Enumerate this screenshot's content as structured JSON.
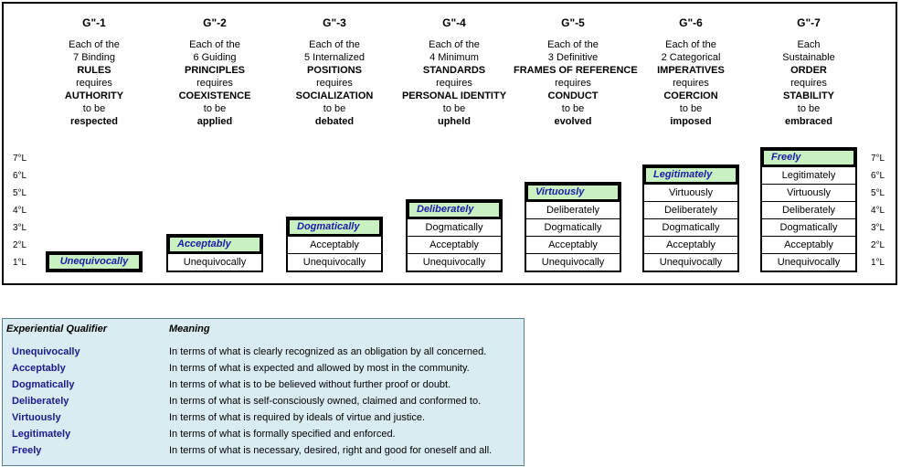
{
  "columns": [
    {
      "code": "G\"-1",
      "l1": "Each of the",
      "l2": "7 Binding",
      "l3": "RULES",
      "l4": "requires",
      "l5": "AUTHORITY",
      "l6": "to be",
      "l7": "respected",
      "top": "Unequivocally",
      "rest": []
    },
    {
      "code": "G\"-2",
      "l1": "Each of the",
      "l2": "6 Guiding",
      "l3": "PRINCIPLES",
      "l4": "requires",
      "l5": "COEXISTENCE",
      "l6": "to be",
      "l7": "applied",
      "top": "Acceptably",
      "rest": [
        "Unequivocally"
      ]
    },
    {
      "code": "G\"-3",
      "l1": "Each of the",
      "l2": "5 Internalized",
      "l3": "POSITIONS",
      "l4": "requires",
      "l5": "SOCIALIZATION",
      "l6": "to be",
      "l7": "debated",
      "top": "Dogmatically",
      "rest": [
        "Acceptably",
        "Unequivocally"
      ]
    },
    {
      "code": "G\"-4",
      "l1": "Each of the",
      "l2": "4 Minimum",
      "l3": "STANDARDS",
      "l4": "requires",
      "l5": "PERSONAL IDENTITY",
      "l6": "to be",
      "l7": "upheld",
      "top": "Deliberately",
      "rest": [
        "Dogmatically",
        "Acceptably",
        "Unequivocally"
      ]
    },
    {
      "code": "G\"-5",
      "l1": "Each of the",
      "l2": "3 Definitive",
      "l3": "FRAMES OF REFERENCE",
      "l4": "requires",
      "l5": "CONDUCT",
      "l6": "to be",
      "l7": "evolved",
      "top": "Virtuously",
      "rest": [
        "Deliberately",
        "Dogmatically",
        "Acceptably",
        "Unequivocally"
      ]
    },
    {
      "code": "G\"-6",
      "l1": "Each of the",
      "l2": "2 Categorical",
      "l3": "IMPERATIVES",
      "l4": "requires",
      "l5": "COERCION",
      "l6": "to be",
      "l7": "imposed",
      "top": "Legitimately",
      "rest": [
        "Virtuously",
        "Deliberately",
        "Dogmatically",
        "Acceptably",
        "Unequivocally"
      ]
    },
    {
      "code": "G\"-7",
      "l1": "Each",
      "l2": "Sustainable",
      "l3": "ORDER",
      "l4": "requires",
      "l5": "STABILITY",
      "l6": "to be",
      "l7": "embraced",
      "top": "Freely",
      "rest": [
        "Legitimately",
        "Virtuously",
        "Deliberately",
        "Dogmatically",
        "Acceptably",
        "Unequivocally"
      ]
    }
  ],
  "levels": [
    "7°L",
    "6°L",
    "5°L",
    "4°L",
    "3°L",
    "2°L",
    "1°L"
  ],
  "legend": {
    "header_qualifier": "Experiential Qualifier",
    "header_meaning": "Meaning",
    "rows": [
      {
        "q": "Unequivocally",
        "m": "In terms of what is clearly recognized as an obligation by all concerned."
      },
      {
        "q": "Acceptably",
        "m": "In terms of what is expected and allowed by most in the community."
      },
      {
        "q": "Dogmatically",
        "m": "In terms of what is to be believed without further proof or doubt."
      },
      {
        "q": "Deliberately",
        "m": "In terms of what is self-consciously owned, claimed and conformed to."
      },
      {
        "q": "Virtuously",
        "m": "In terms of what is required by ideals of virtue and justice."
      },
      {
        "q": "Legitimately",
        "m": "In terms of what is formally specified and enforced."
      },
      {
        "q": "Freely",
        "m": "In terms of what is necessary, desired, right and good for oneself and all."
      }
    ]
  },
  "colors": {
    "highlight_bg": "#c8f0c0",
    "highlight_text": "#1a1aa8",
    "legend_bg": "#d9ecf2",
    "legend_qual": "#1a1a8a"
  }
}
